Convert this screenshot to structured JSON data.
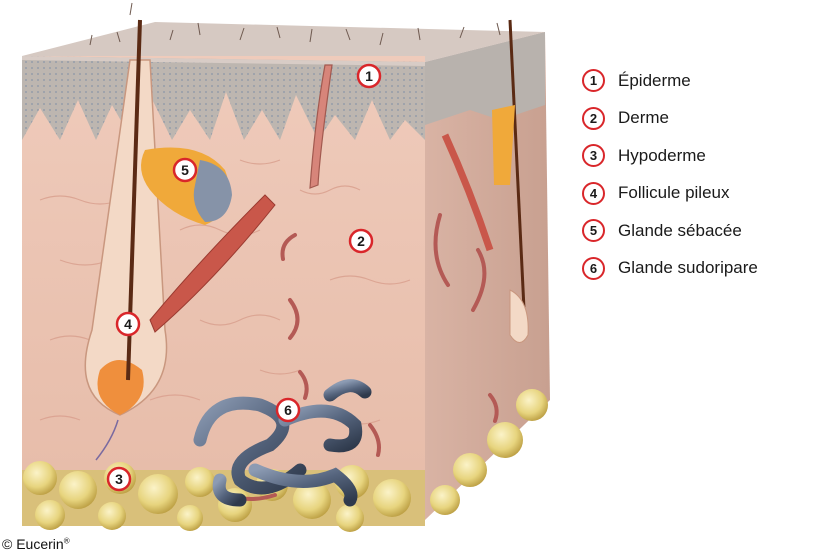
{
  "legend": [
    {
      "num": "1",
      "label": "Épiderme"
    },
    {
      "num": "2",
      "label": "Derme"
    },
    {
      "num": "3",
      "label": "Hypoderme"
    },
    {
      "num": "4",
      "label": "Follicule pileux"
    },
    {
      "num": "5",
      "label": "Glande sébacée"
    },
    {
      "num": "6",
      "label": "Glande sudoripare"
    }
  ],
  "markers": [
    "1",
    "2",
    "3",
    "4",
    "5",
    "6"
  ],
  "copyright": "© Eucerin",
  "copyright_mark": "®",
  "colors": {
    "accent": "#d9262a",
    "epidermis": "#b9b4b0",
    "dermis": "#e8c3b0",
    "hypodermis": "#e4d27a",
    "sweat_gland": "#6d7f9a",
    "sebaceous_gland": "#f0a93a"
  }
}
